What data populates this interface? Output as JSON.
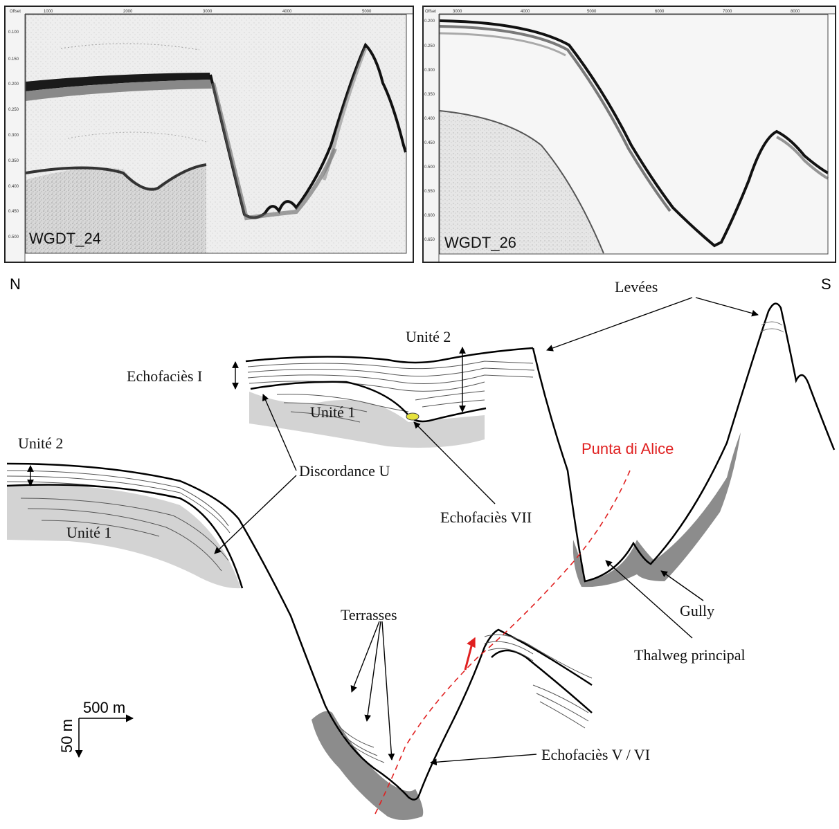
{
  "profiles": [
    {
      "label": "WGDT_24",
      "axis_title_left": "Offset",
      "x_ticks": [
        "1000",
        "2000",
        "3000",
        "4000",
        "5000"
      ],
      "y_ticks": [
        "0.100",
        "0.150",
        "0.200",
        "0.250",
        "0.300",
        "0.350",
        "0.400",
        "0.450",
        "0.500"
      ]
    },
    {
      "label": "WGDT_26",
      "axis_title_left": "Offset",
      "x_ticks": [
        "3000",
        "4000",
        "5000",
        "6000",
        "7000",
        "8000"
      ],
      "y_ticks": [
        "0.200",
        "0.250",
        "0.300",
        "0.350",
        "0.400",
        "0.450",
        "0.500",
        "0.550",
        "0.600",
        "0.650"
      ]
    }
  ],
  "orientation": {
    "north": "N",
    "south": "S"
  },
  "labels": {
    "levees": "Levées",
    "unite2_top": "Unité 2",
    "echofacies_i": "Echofaciès I",
    "unite1_top": "Unité 1",
    "unite2_left": "Unité 2",
    "discordance_u": "Discordance U",
    "unite1_left": "Unité 1",
    "echofacies_vii": "Echofaciès VII",
    "punta_di_alice": "Punta di Alice",
    "gully": "Gully",
    "thalweg_principal": "Thalweg principal",
    "terrasses": "Terrasses",
    "echofacies_v_vi": "Echofaciès V / VI"
  },
  "scale": {
    "horizontal": "500 m",
    "vertical": "50 m"
  },
  "colors": {
    "fault": "#e02020",
    "fill_light": "#d3d3d3",
    "fill_dark": "#8c8c8c",
    "highlight": "#e6e23c"
  }
}
